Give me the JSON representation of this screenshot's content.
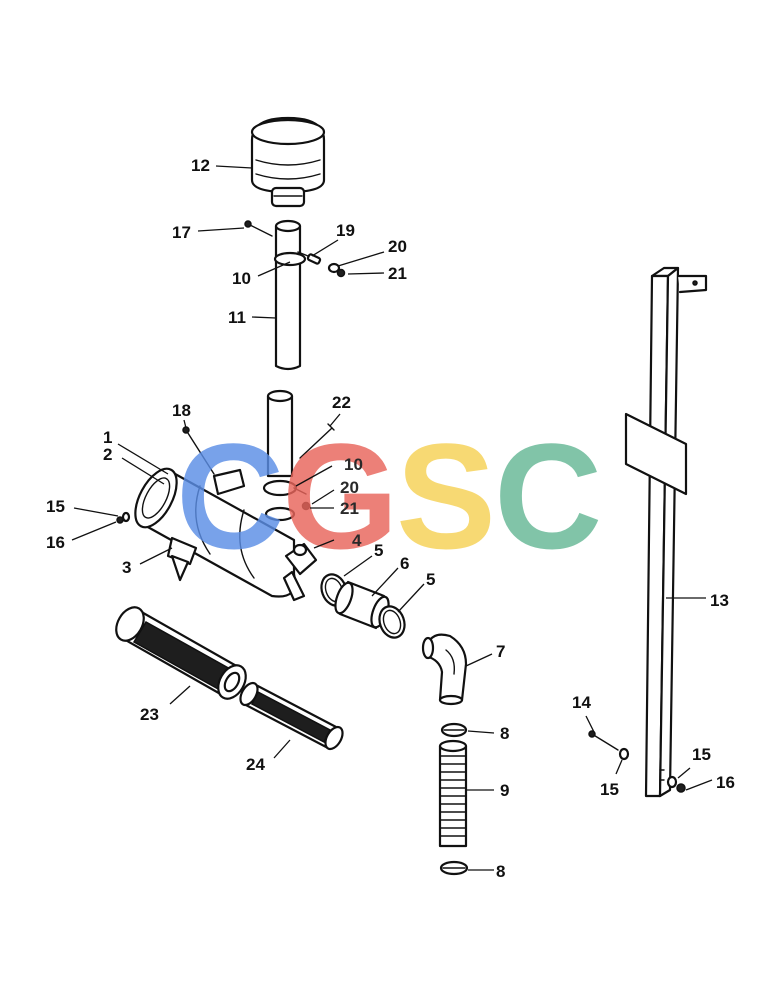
{
  "watermark": {
    "letters": [
      {
        "char": "C",
        "color": "#5b8ee6"
      },
      {
        "char": "G",
        "color": "#e8655b"
      },
      {
        "char": "S",
        "color": "#f6d155"
      },
      {
        "char": "C",
        "color": "#66b896"
      }
    ]
  },
  "callouts": {
    "c1": "1",
    "c2": "2",
    "c3": "3",
    "c4": "4",
    "c5a": "5",
    "c5b": "5",
    "c6": "6",
    "c7": "7",
    "c8a": "8",
    "c8b": "8",
    "c9": "9",
    "c10a": "10",
    "c10b": "10",
    "c11": "11",
    "c12": "12",
    "c13": "13",
    "c14": "14",
    "c15a": "15",
    "c15b": "15",
    "c15c": "15",
    "c16a": "16",
    "c16b": "16",
    "c17": "17",
    "c18": "18",
    "c19": "19",
    "c20a": "20",
    "c20b": "20",
    "c21a": "21",
    "c21b": "21",
    "c22": "22",
    "c23": "23",
    "c24": "24"
  }
}
